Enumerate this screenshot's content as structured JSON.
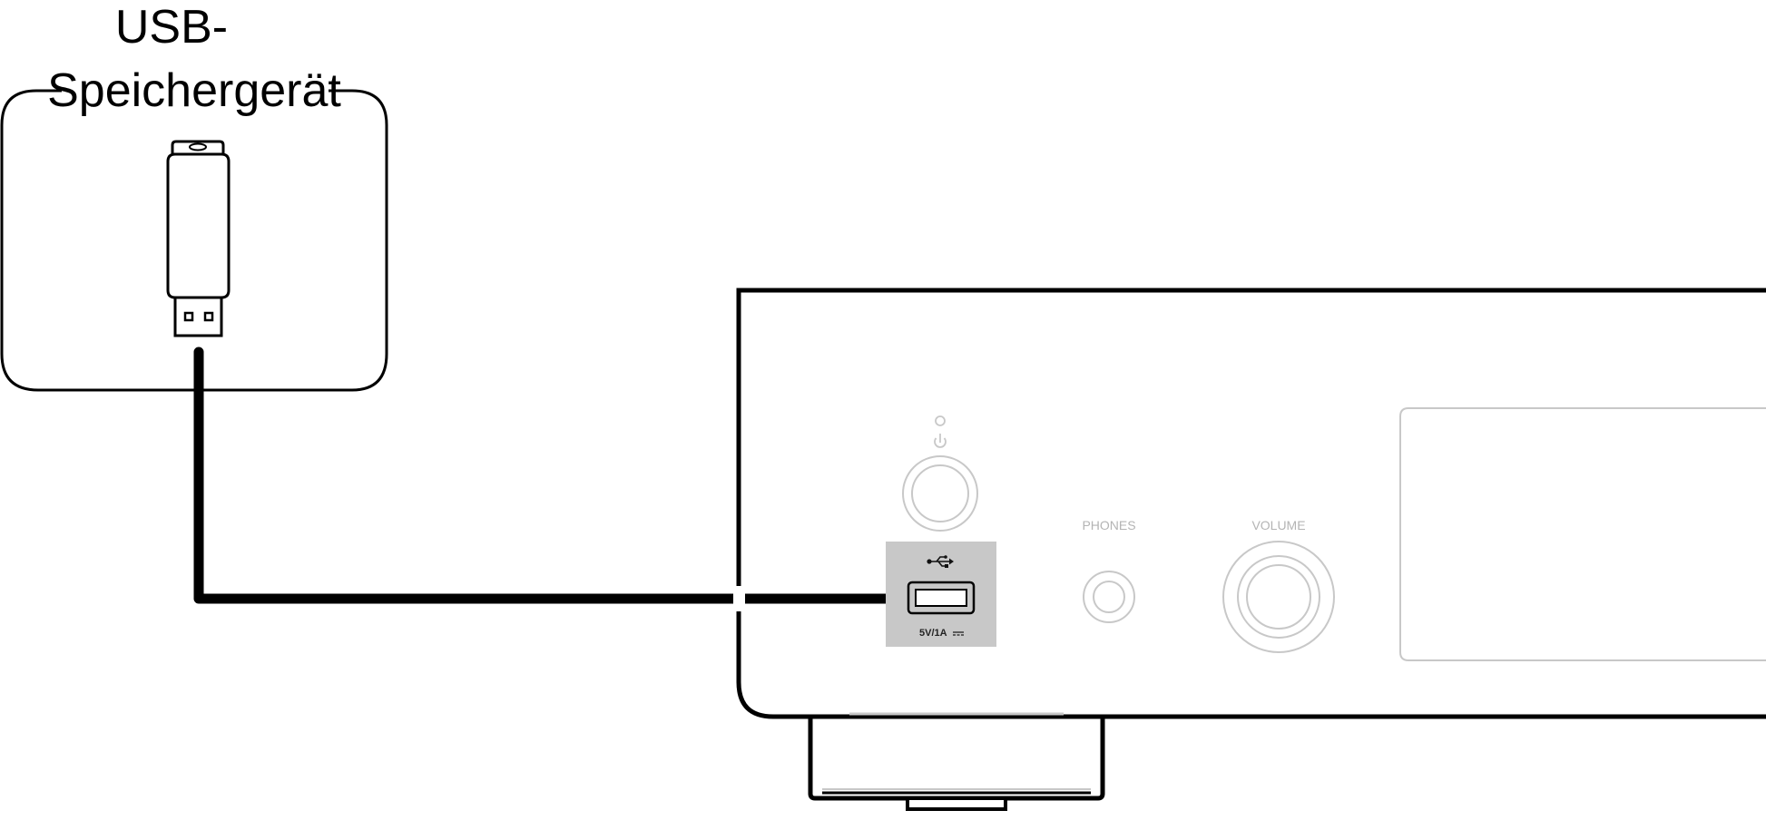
{
  "device_label": {
    "line1": "USB-",
    "line2": "Speichergerät"
  },
  "front_panel": {
    "phones_label": "PHONES",
    "volume_label": "VOLUME",
    "usb_rating": "5V/1A"
  },
  "colors": {
    "outline": "#000000",
    "panel_controls": "#c8c8c8",
    "usb_highlight": "#c8c8c8",
    "background": "#ffffff"
  },
  "icons": {
    "usb_symbol": "usb-trident-icon",
    "power_symbol": "power-icon",
    "dc_symbol": "dc-current-icon"
  }
}
